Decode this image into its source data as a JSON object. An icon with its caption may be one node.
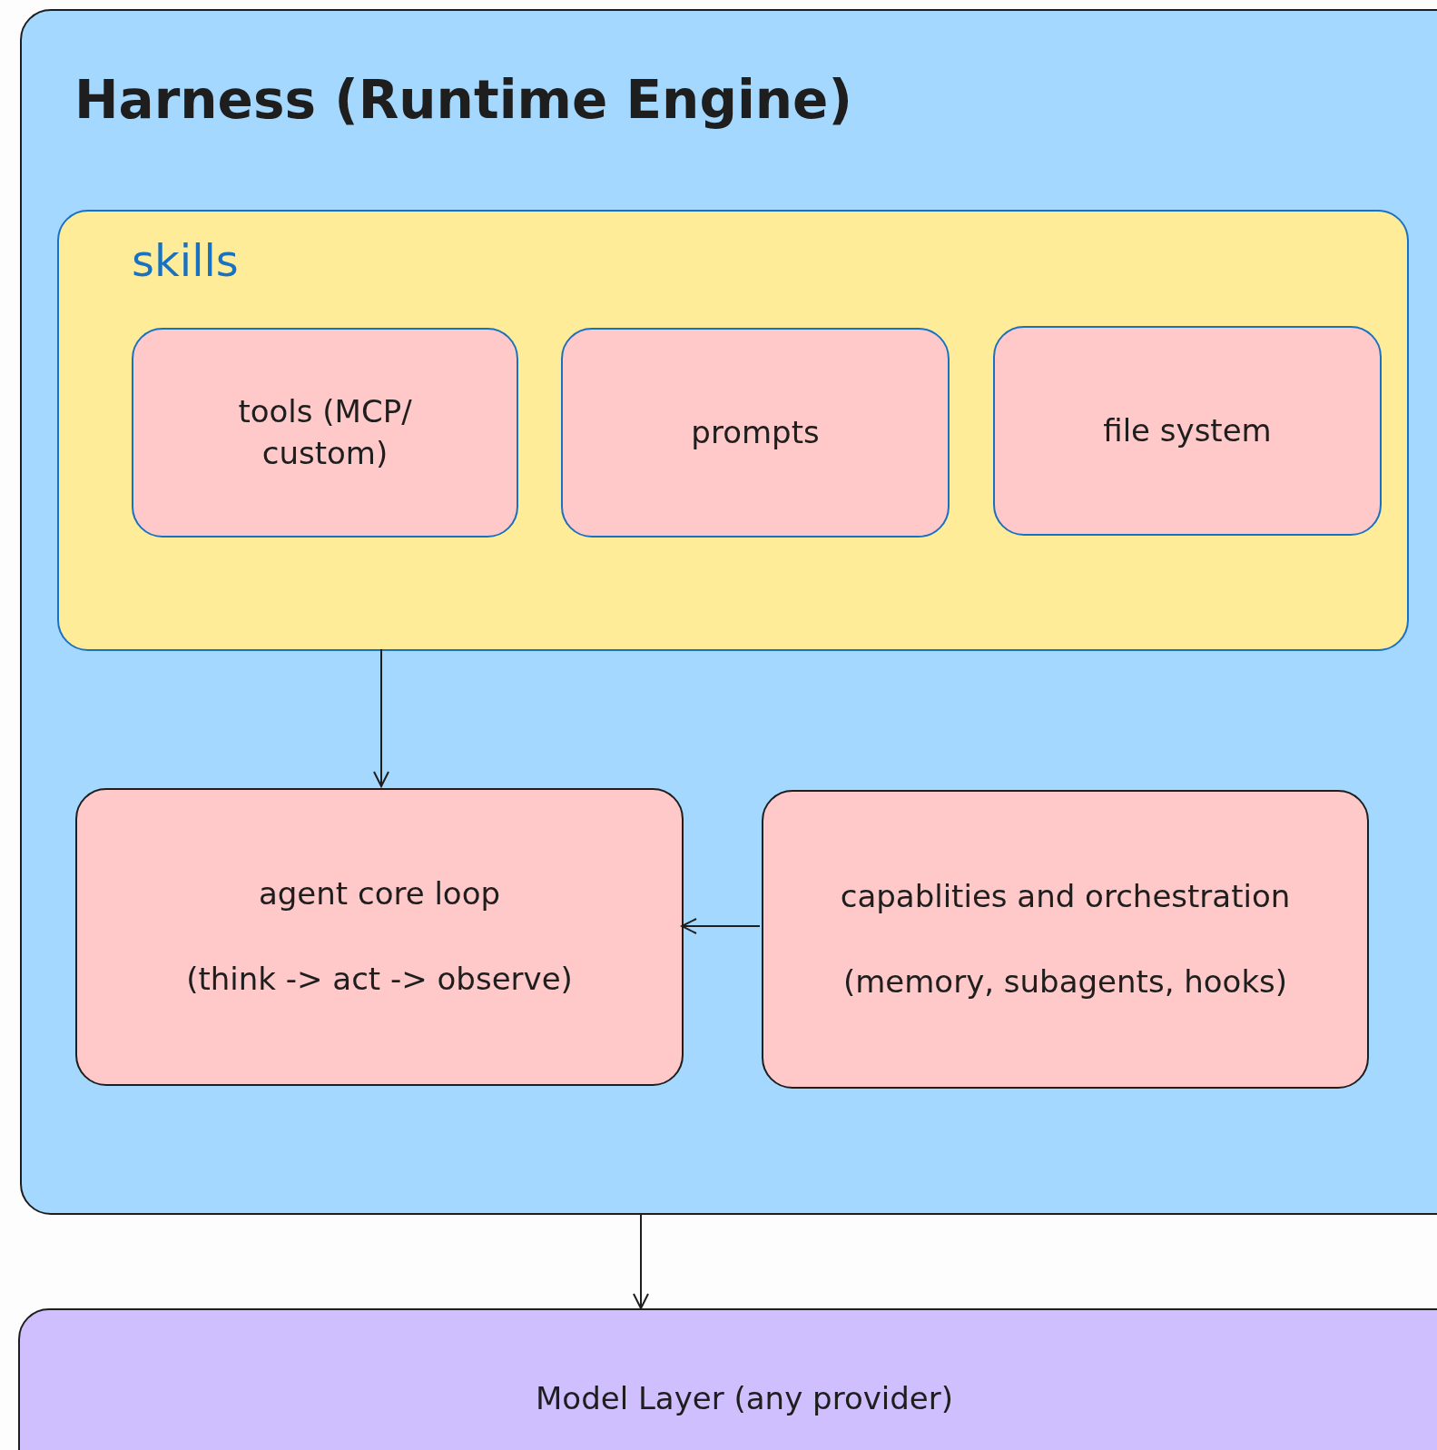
{
  "diagram": {
    "nodes": [
      {
        "text": [
          "Harness (Runtime Engine)"
        ]
      },
      {
        "text": [
          "skills"
        ],
        "in": 0
      },
      {
        "text": [
          "tools (MCP/ custom)"
        ],
        "in": 1
      },
      {
        "text": [
          "prompts"
        ],
        "in": 1
      },
      {
        "text": [
          "file system"
        ],
        "in": 1
      },
      {
        "text": [
          "agent core loop",
          "(think -> act -> observe)"
        ],
        "in": 0
      },
      {
        "text": [
          "capablities and orchestration",
          "(memory, subagents, hooks)"
        ],
        "in": 0
      },
      {
        "text": [
          "Model Layer (any provider)"
        ]
      }
    ],
    "edges": [
      {
        "from": 1,
        "to": 5,
        "arrow": "to"
      },
      {
        "from": 6,
        "to": 5,
        "arrow": "to"
      },
      {
        "from": 0,
        "to": 7,
        "arrow": "to"
      }
    ]
  }
}
